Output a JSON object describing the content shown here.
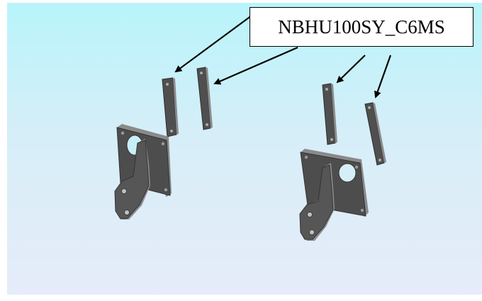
{
  "callout": {
    "label": "NBHU100SY_C6MS"
  },
  "colors": {
    "background_top": "#b8f4fb",
    "background_bottom": "#e6ecf9",
    "part_face": "#4d4d4d",
    "part_edge": "#3a3a3a",
    "part_highlight": "#9a9a9a"
  },
  "parts": [
    {
      "name": "left-bracket-assembly",
      "strips": 2,
      "plates": 1
    },
    {
      "name": "right-bracket-assembly",
      "strips": 2,
      "plates": 1
    }
  ]
}
